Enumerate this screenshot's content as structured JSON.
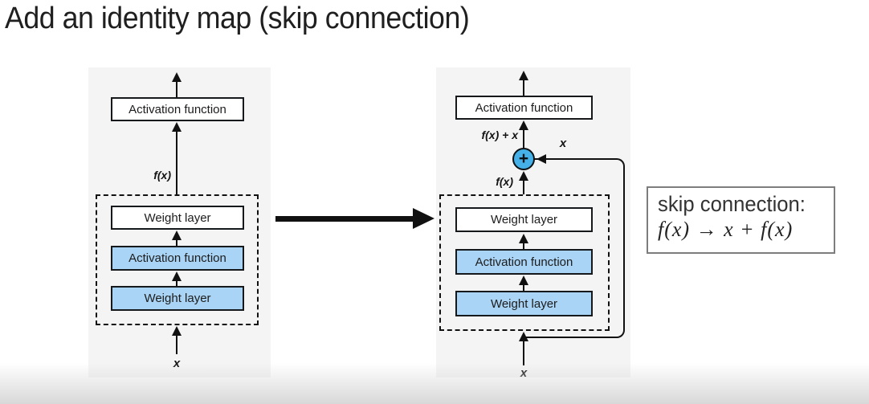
{
  "title": "Add an identity map (skip connection)",
  "colors": {
    "layer_blue": "#a9d4f5",
    "plus_circle_blue": "#45b1e8",
    "panel_gray": "#f4f4f4"
  },
  "left_diagram": {
    "activation_top": "Activation function",
    "fx_label": "f(x)",
    "weight_top": "Weight layer",
    "activation_mid": "Activation function",
    "weight_bottom": "Weight layer",
    "input_label": "x"
  },
  "right_diagram": {
    "activation_top": "Activation function",
    "sum_label": "f(x) + x",
    "skip_x_label": "x",
    "plus": "+",
    "fx_label": "f(x)",
    "weight_top": "Weight layer",
    "activation_mid": "Activation function",
    "weight_bottom": "Weight layer",
    "input_label": "x"
  },
  "note": {
    "line1": "skip connection:",
    "line2": "f(x) → x + f(x)"
  }
}
